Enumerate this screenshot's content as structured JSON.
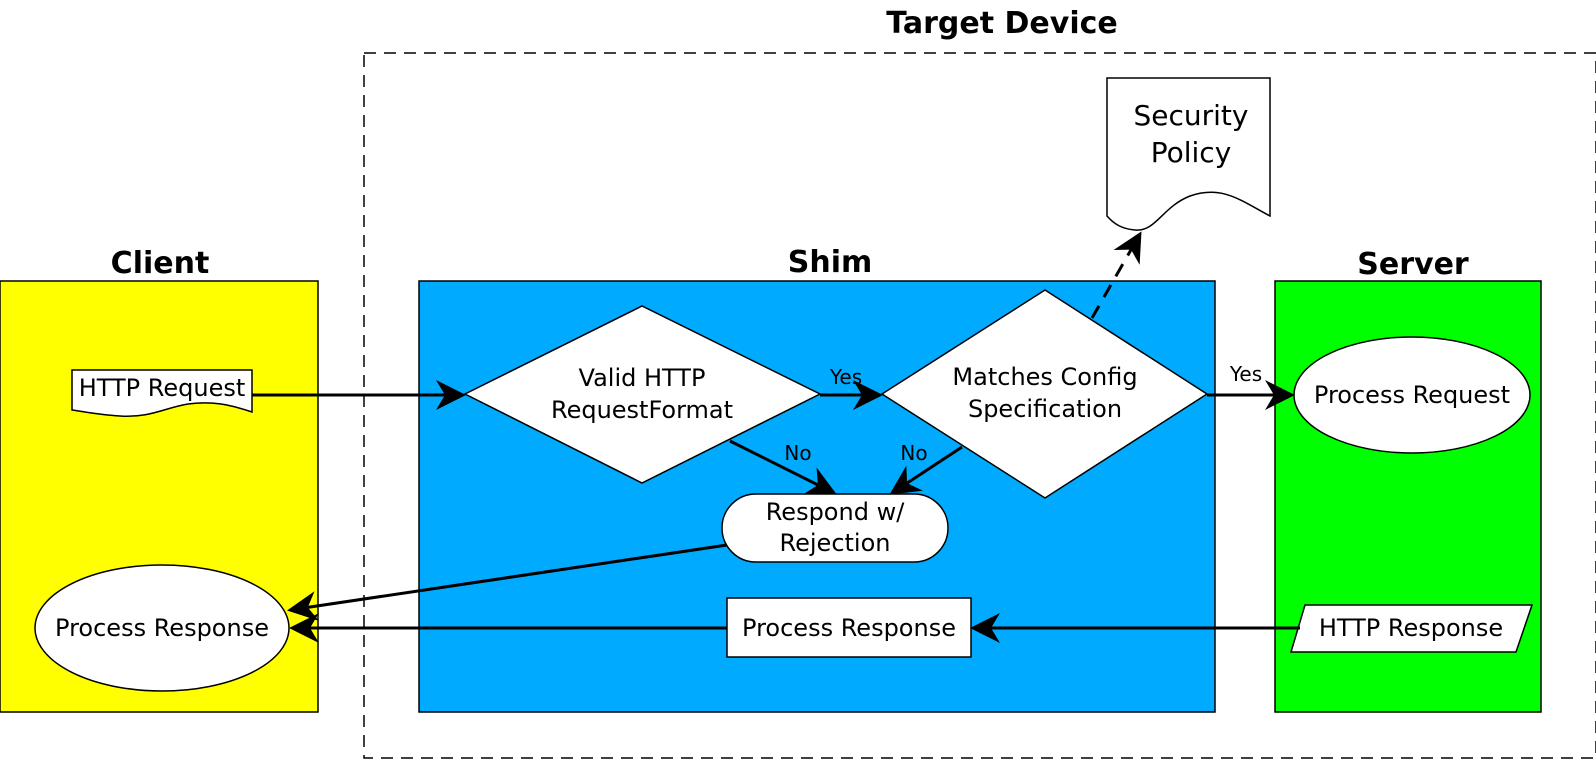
{
  "titles": {
    "target_device": "Target Device",
    "client": "Client",
    "shim": "Shim",
    "server": "Server"
  },
  "nodes": {
    "http_request": "HTTP Request",
    "valid_format_line1": "Valid HTTP",
    "valid_format_line2": "RequestFormat",
    "matches_config_line1": "Matches Config",
    "matches_config_line2": "Specification",
    "security_policy_line1": "Security",
    "security_policy_line2": "Policy",
    "process_request": "Process Request",
    "respond_rejection_line1": "Respond w/",
    "respond_rejection_line2": "Rejection",
    "shim_process_response": "Process Response",
    "http_response": "HTTP Response",
    "client_process_response": "Process Response"
  },
  "edges": {
    "valid_yes": "Yes",
    "valid_no": "No",
    "config_yes": "Yes",
    "config_no": "No"
  },
  "colors": {
    "client": "#ffff00",
    "shim": "#00aaff",
    "server": "#00ff00"
  }
}
